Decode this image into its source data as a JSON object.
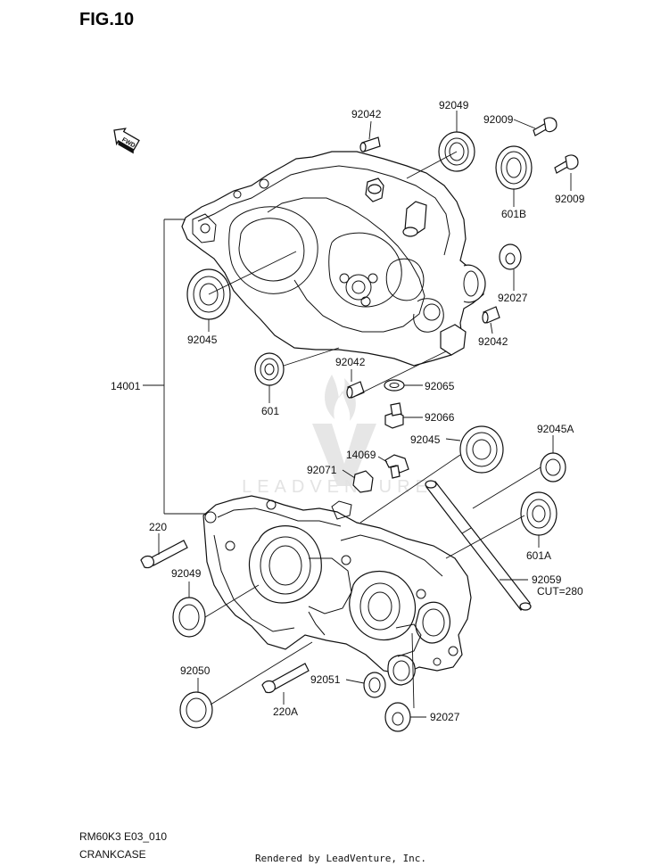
{
  "figure": {
    "title": "FIG.10",
    "model_code": "RM60K3 E03_010",
    "caption": "CRANKCASE",
    "rendered_by": "Rendered by LeadVenture, Inc.",
    "fwd_label": "FWD",
    "watermark": "LEADVENTURE"
  },
  "callouts": {
    "c92042_top": "92042",
    "c92049_top": "92049",
    "c92009_a": "92009",
    "c92009_b": "92009",
    "c601B": "601B",
    "c92027_top": "92027",
    "c92042_right": "92042",
    "c92045_left": "92045",
    "c14001": "14001",
    "c601": "601",
    "c92042_mid": "92042",
    "c92065": "92065",
    "c92066": "92066",
    "c92045_mid": "92045",
    "c92045A": "92045A",
    "c14069": "14069",
    "c92071": "92071",
    "c220": "220",
    "c92049_low": "92049",
    "c601A": "601A",
    "c92059": "92059",
    "c_cut": "CUT=280",
    "c92050": "92050",
    "c92051": "92051",
    "c220A": "220A",
    "c92027_low": "92027"
  }
}
